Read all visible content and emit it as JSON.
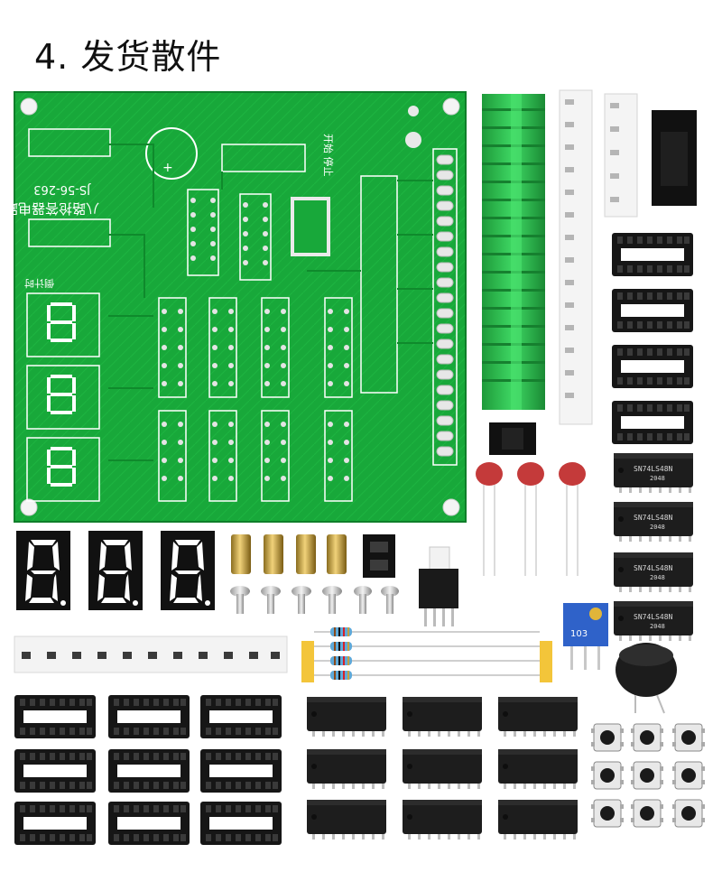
{
  "title": "4. 发货散件",
  "pcb": {
    "model": "JS-56-263",
    "name": "八路抢答器电路",
    "label_start_stop": "开始 停止",
    "label_timer": "倒计时"
  },
  "chip_marking": {
    "line1": "SN74LS48N",
    "line2": "2048"
  },
  "pot_marking": "103"
}
